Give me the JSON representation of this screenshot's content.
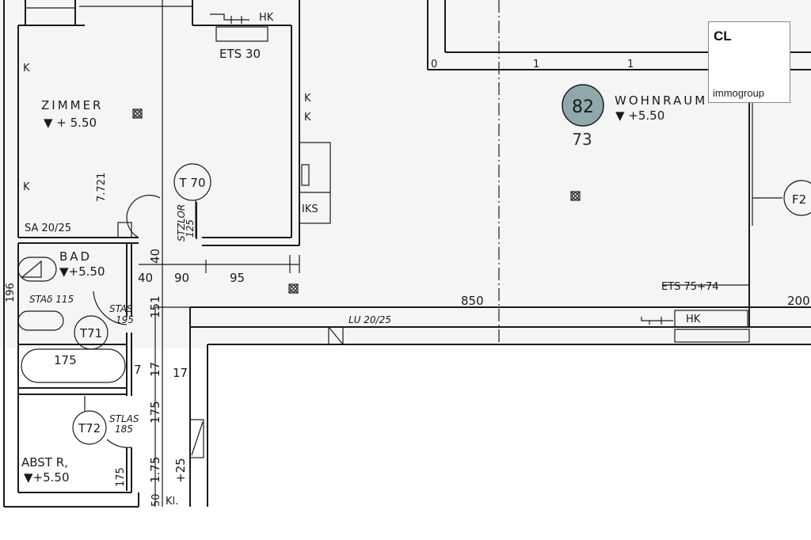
{
  "rooms": {
    "zimmer": {
      "name": "ZIMMER",
      "level": "▼ + 5.50",
      "dim": "7.721"
    },
    "bad": {
      "name": "BAD",
      "level": "▼+5.50"
    },
    "abstr": {
      "name": "ABST R,",
      "level": "▼+5.50"
    },
    "wohnraum": {
      "name": "WOHNRAUM",
      "level": "▼ +5.50",
      "badge": "82",
      "sub": "73"
    }
  },
  "doors": [
    "T 70",
    "T71",
    "T72",
    "F2"
  ],
  "annotations": {
    "hk_top": "HK",
    "ets30": "ETS 30",
    "iks": "IKS",
    "sa": "SA 20/25",
    "stzlor": "STZLOR",
    "stzlor_n": "125",
    "stas115": "STAδ 115",
    "stas195": "STAS",
    "stas195_n": "195",
    "stas185": "STLAS",
    "stas185_n": "185",
    "lu": "LU 20/25",
    "ets_right": "ETS 75+74",
    "hk_right": "HK",
    "kl": "Kl.",
    "k": "K"
  },
  "dimensions": {
    "d40a": "40",
    "d40b": "40",
    "d90": "90",
    "d95": "95",
    "d151": "151",
    "d196": "196",
    "d175a": "175",
    "d7": "7",
    "d17a": "17",
    "d17b": "17",
    "d175b": "175",
    "d175c": "1.75",
    "d175d": "175",
    "d25": "+25",
    "d50": "50",
    "d850": "850",
    "d200": "200",
    "t0": "0",
    "t1a": "1",
    "t1b": "1"
  },
  "logo": {
    "brand": "CL",
    "name": "immogroup"
  },
  "colors": {
    "badge": "#8fa8ac"
  }
}
